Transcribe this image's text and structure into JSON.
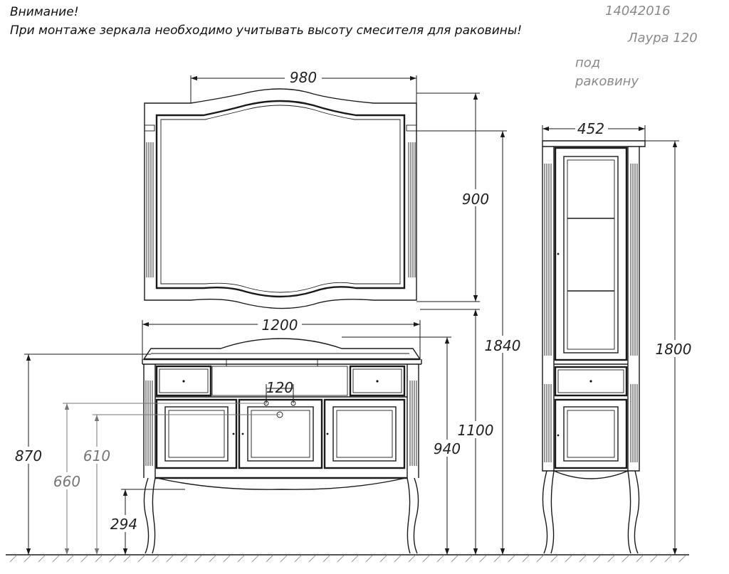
{
  "header": {
    "warning_title": "Внимание!",
    "warning_text": "При монтаже зеркала необходимо учитывать высоту смесителя для раковины!"
  },
  "meta": {
    "code": "14042016",
    "model": "Лаура 120",
    "note_line1": "под",
    "note_line2": "раковину"
  },
  "dimensions": {
    "mirror_width": "980",
    "mirror_height": "900",
    "mirror_top_height": "1840",
    "vanity_width": "1200",
    "vanity_height": "870",
    "vanity_body_height": "940",
    "vanity_total_height": "1100",
    "drawer_height": "660",
    "door_height": "610",
    "leg_height": "294",
    "faucet_spacing": "120",
    "column_width": "452",
    "column_height": "1800"
  }
}
